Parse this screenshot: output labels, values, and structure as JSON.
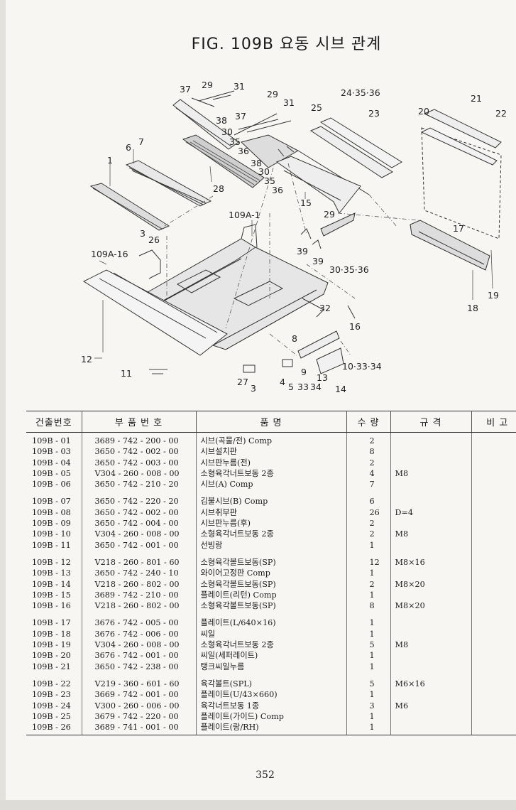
{
  "title": "FIG. 109B 요동 시브 관계",
  "page_number": "352",
  "callouts": {
    "c37a": "37",
    "c29a": "29",
    "c31a": "31",
    "c29b": "29",
    "c31b": "31",
    "c243536a": "24·35·36",
    "c25": "25",
    "c23": "23",
    "c21": "21",
    "c20": "20",
    "c22": "22",
    "c38a": "38",
    "c37b": "37",
    "c30a": "30",
    "c35a": "35",
    "c36a": "36",
    "c38b": "38",
    "c30b": "30",
    "c35b": "35",
    "c36b": "36",
    "c6": "6",
    "c7": "7",
    "c1": "1",
    "c28": "28",
    "c15": "15",
    "c109a1": "109A-1",
    "c29c": "29",
    "c3a": "3",
    "c26": "26",
    "c109a16": "109A-16",
    "c17": "17",
    "c39a": "39",
    "c39b": "39",
    "c303536": "30·35·36",
    "c19": "19",
    "c18": "18",
    "c32": "32",
    "c16": "16",
    "c8": "8",
    "c12": "12",
    "c11": "11",
    "c103334": "10·33·34",
    "c13": "13",
    "c9": "9",
    "c27": "27",
    "c3b": "3",
    "c4": "4",
    "c5": "5",
    "c33": "33",
    "c34": "34",
    "c14": "14"
  },
  "table": {
    "headers": [
      "건출번호",
      "부 품 번 호",
      "품 명",
      "수 량",
      "규 격",
      "비 고"
    ],
    "groups": [
      [
        {
          "ref": "109B - 01",
          "part_no": "3689 - 742 - 200 - 00",
          "name": "시브(곡물/전) Comp",
          "qty": "2",
          "spec": ""
        },
        {
          "ref": "109B - 03",
          "part_no": "3650 - 742 - 002 - 00",
          "name": "시브설치판",
          "qty": "8",
          "spec": ""
        },
        {
          "ref": "109B - 04",
          "part_no": "3650 - 742 - 003 - 00",
          "name": "시브판누름(전)",
          "qty": "2",
          "spec": ""
        },
        {
          "ref": "109B - 05",
          "part_no": "V304 - 260 - 008 - 00",
          "name": "소형육각너트보동 2종",
          "qty": "4",
          "spec": "M8"
        },
        {
          "ref": "109B - 06",
          "part_no": "3650 - 742 - 210 - 20",
          "name": "시브(A) Comp",
          "qty": "7",
          "spec": ""
        }
      ],
      [
        {
          "ref": "109B - 07",
          "part_no": "3650 - 742 - 220 - 20",
          "name": "김불시브(B) Comp",
          "qty": "6",
          "spec": ""
        },
        {
          "ref": "109B - 08",
          "part_no": "3650 - 742 - 002 - 00",
          "name": "시브취부판",
          "qty": "26",
          "spec": "D=4"
        },
        {
          "ref": "109B - 09",
          "part_no": "3650 - 742 - 004 - 00",
          "name": "시브판누름(후)",
          "qty": "2",
          "spec": ""
        },
        {
          "ref": "109B - 10",
          "part_no": "V304 - 260 - 008 - 00",
          "name": "소형육각너트보동 2종",
          "qty": "2",
          "spec": "M8"
        },
        {
          "ref": "109B - 11",
          "part_no": "3650 - 742 - 001 - 00",
          "name": "선빙랑",
          "qty": "1",
          "spec": ""
        }
      ],
      [
        {
          "ref": "109B - 12",
          "part_no": "V218 - 260 - 801 - 60",
          "name": "소형육각볼트보동(SP)",
          "qty": "12",
          "spec": "M8×16"
        },
        {
          "ref": "109B - 13",
          "part_no": "3650 - 742 - 240 - 10",
          "name": "와이어고정판 Comp",
          "qty": "1",
          "spec": ""
        },
        {
          "ref": "109B - 14",
          "part_no": "V218 - 260 - 802 - 00",
          "name": "소형육각볼트보동(SP)",
          "qty": "2",
          "spec": "M8×20"
        },
        {
          "ref": "109B - 15",
          "part_no": "3689 - 742 - 210 - 00",
          "name": "플레이트(리턴) Comp",
          "qty": "1",
          "spec": ""
        },
        {
          "ref": "109B - 16",
          "part_no": "V218 - 260 - 802 - 00",
          "name": "소형육각볼트보동(SP)",
          "qty": "8",
          "spec": "M8×20"
        }
      ],
      [
        {
          "ref": "109B - 17",
          "part_no": "3676 - 742 - 005 - 00",
          "name": "플레이트(L/640×16)",
          "qty": "1",
          "spec": ""
        },
        {
          "ref": "109B - 18",
          "part_no": "3676 - 742 - 006 - 00",
          "name": "씨일",
          "qty": "1",
          "spec": ""
        },
        {
          "ref": "109B - 19",
          "part_no": "V304 - 260 - 008 - 00",
          "name": "소형육각너트보동 2종",
          "qty": "5",
          "spec": "M8"
        },
        {
          "ref": "109B - 20",
          "part_no": "3676 - 742 - 001 - 00",
          "name": "씨일(세퍼레이트)",
          "qty": "1",
          "spec": ""
        },
        {
          "ref": "109B - 21",
          "part_no": "3650 - 742 - 238 - 00",
          "name": "탱크씨일누름",
          "qty": "1",
          "spec": ""
        }
      ],
      [
        {
          "ref": "109B - 22",
          "part_no": "V219 - 360 - 601 - 60",
          "name": "육각볼트(SPL)",
          "qty": "5",
          "spec": "M6×16"
        },
        {
          "ref": "109B - 23",
          "part_no": "3669 - 742 - 001 - 00",
          "name": "플레이트(U/43×660)",
          "qty": "1",
          "spec": ""
        },
        {
          "ref": "109B - 24",
          "part_no": "V300 - 260 - 006 - 00",
          "name": "육각너트보동 1종",
          "qty": "3",
          "spec": "M6"
        },
        {
          "ref": "109B - 25",
          "part_no": "3679 - 742 - 220 - 00",
          "name": "플레이트(가이드) Comp",
          "qty": "1",
          "spec": ""
        },
        {
          "ref": "109B - 26",
          "part_no": "3689 - 741 - 001 - 00",
          "name": "플레이트(랑/RH)",
          "qty": "1",
          "spec": ""
        }
      ]
    ]
  }
}
